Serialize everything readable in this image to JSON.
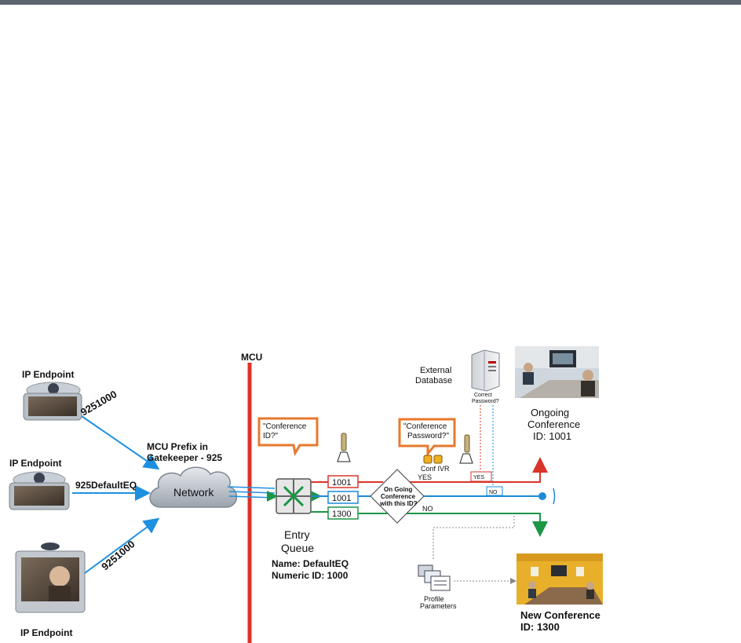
{
  "colors": {
    "mcu_line": "#e03127",
    "blue_arrow": "#1e90e0",
    "red_path": "#d8362a",
    "blue_path": "#1c8ad8",
    "green_path": "#1a9645",
    "callout": "#e8782e",
    "header_bar": "#5b6570"
  },
  "labels": {
    "mcu": "MCU",
    "ip_endpoint_1": "IP Endpoint",
    "ip_endpoint_2": "IP Endpoint",
    "ip_endpoint_3": "IP Endpoint",
    "dial_1": "9251000",
    "dial_2": "925DefaultEQ",
    "dial_3": "9251000",
    "mcu_prefix_line1": "MCU Prefix in",
    "mcu_prefix_line2": "Gatekeeper - 925",
    "network": "Network",
    "callout_conf_id_line1": "\"Conference",
    "callout_conf_id_line2": "ID?\"",
    "callout_conf_pw_line1": "\"Conference",
    "callout_conf_pw_line2": "Password?\"",
    "conf_ivr": "Conf IVR",
    "external_db_line1": "External",
    "external_db_line2": "Database",
    "correct_pw_line1": "Correct",
    "correct_pw_line2": "Password?",
    "yes_box": "YES",
    "no_box": "NO",
    "id_red": "1001",
    "id_blue": "1001",
    "id_green": "1300",
    "decision_line1": "On Going",
    "decision_line2": "Conference",
    "decision_line3": "with this ID?",
    "yes": "YES",
    "no": "NO",
    "entry_queue_line1": "Entry",
    "entry_queue_line2": "Queue",
    "eq_name": "Name: DefaultEQ",
    "eq_numeric": "Numeric ID: 1000",
    "ongoing_line1": "Ongoing",
    "ongoing_line2": "Conference",
    "ongoing_line3": "ID: 1001",
    "profile_line1": "Profile",
    "profile_line2": "Parameters",
    "new_conf_line1": "New Conference",
    "new_conf_line2": "ID: 1300"
  },
  "icons": {
    "endpoint": "video-endpoint-icon",
    "cloud": "network-cloud-icon",
    "queue": "entry-queue-icon",
    "server": "database-server-icon",
    "phone": "phone-keypad-icon",
    "profile": "profile-parameters-icon",
    "photo": "conference-room-photo"
  }
}
